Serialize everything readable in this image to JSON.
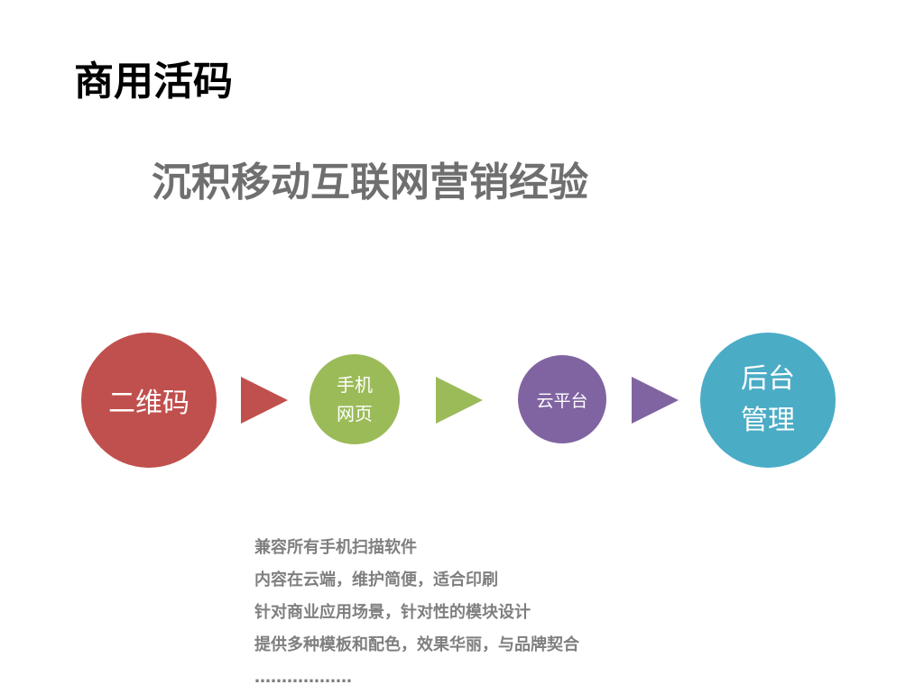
{
  "slide": {
    "title": "商用活码",
    "subtitle": "沉积移动互联网营销经验"
  },
  "flow": {
    "steps": [
      {
        "lines": [
          "二维码"
        ],
        "color": "#c0504d"
      },
      {
        "lines": [
          "手机",
          "网页"
        ],
        "color": "#9bbb59"
      },
      {
        "lines": [
          "云平台"
        ],
        "color": "#8064a2"
      },
      {
        "lines": [
          "后台",
          "管理"
        ],
        "color": "#4bacc6"
      }
    ],
    "arrows": [
      {
        "color": "#c0504d"
      },
      {
        "color": "#9bbb59"
      },
      {
        "color": "#8064a2"
      }
    ]
  },
  "features": [
    "兼容所有手机扫描软件",
    "内容在云端，维护简便，适合印刷",
    "针对商业应用场景，针对性的模块设计",
    "提供多种模板和配色，效果华丽，与品牌契合",
    "………………"
  ]
}
